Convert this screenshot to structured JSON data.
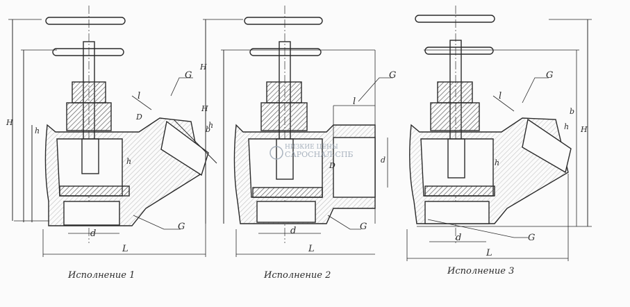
{
  "variants": [
    {
      "caption": "Исполнение 1",
      "labels": {
        "l": "l",
        "h": "h",
        "H": "H",
        "b": "b",
        "h1": "h",
        "H1": "H",
        "d": "d",
        "D": "D",
        "L": "L",
        "G_top": "G",
        "G_bottom": "G"
      }
    },
    {
      "caption": "Исполнение 2",
      "labels": {
        "l": "l",
        "h": "h",
        "H": "H",
        "d": "d",
        "d2": "d",
        "D": "D",
        "L": "L",
        "G_top": "G",
        "G_bottom": "G"
      }
    },
    {
      "caption": "Исполнение 3",
      "labels": {
        "l": "l",
        "h": "h",
        "H": "H",
        "b": "b",
        "h1": "h",
        "d": "d",
        "L": "L",
        "G_top": "G",
        "G_bottom": "G"
      }
    }
  ],
  "watermark": {
    "brand": "САРОСНАЛ-СПБ",
    "tagline": "НИЗКИЕ ЦЕНЫ"
  },
  "colors": {
    "ink": "#2a2a2a",
    "hatch": "#555555",
    "paper": "#fbfbfb"
  }
}
